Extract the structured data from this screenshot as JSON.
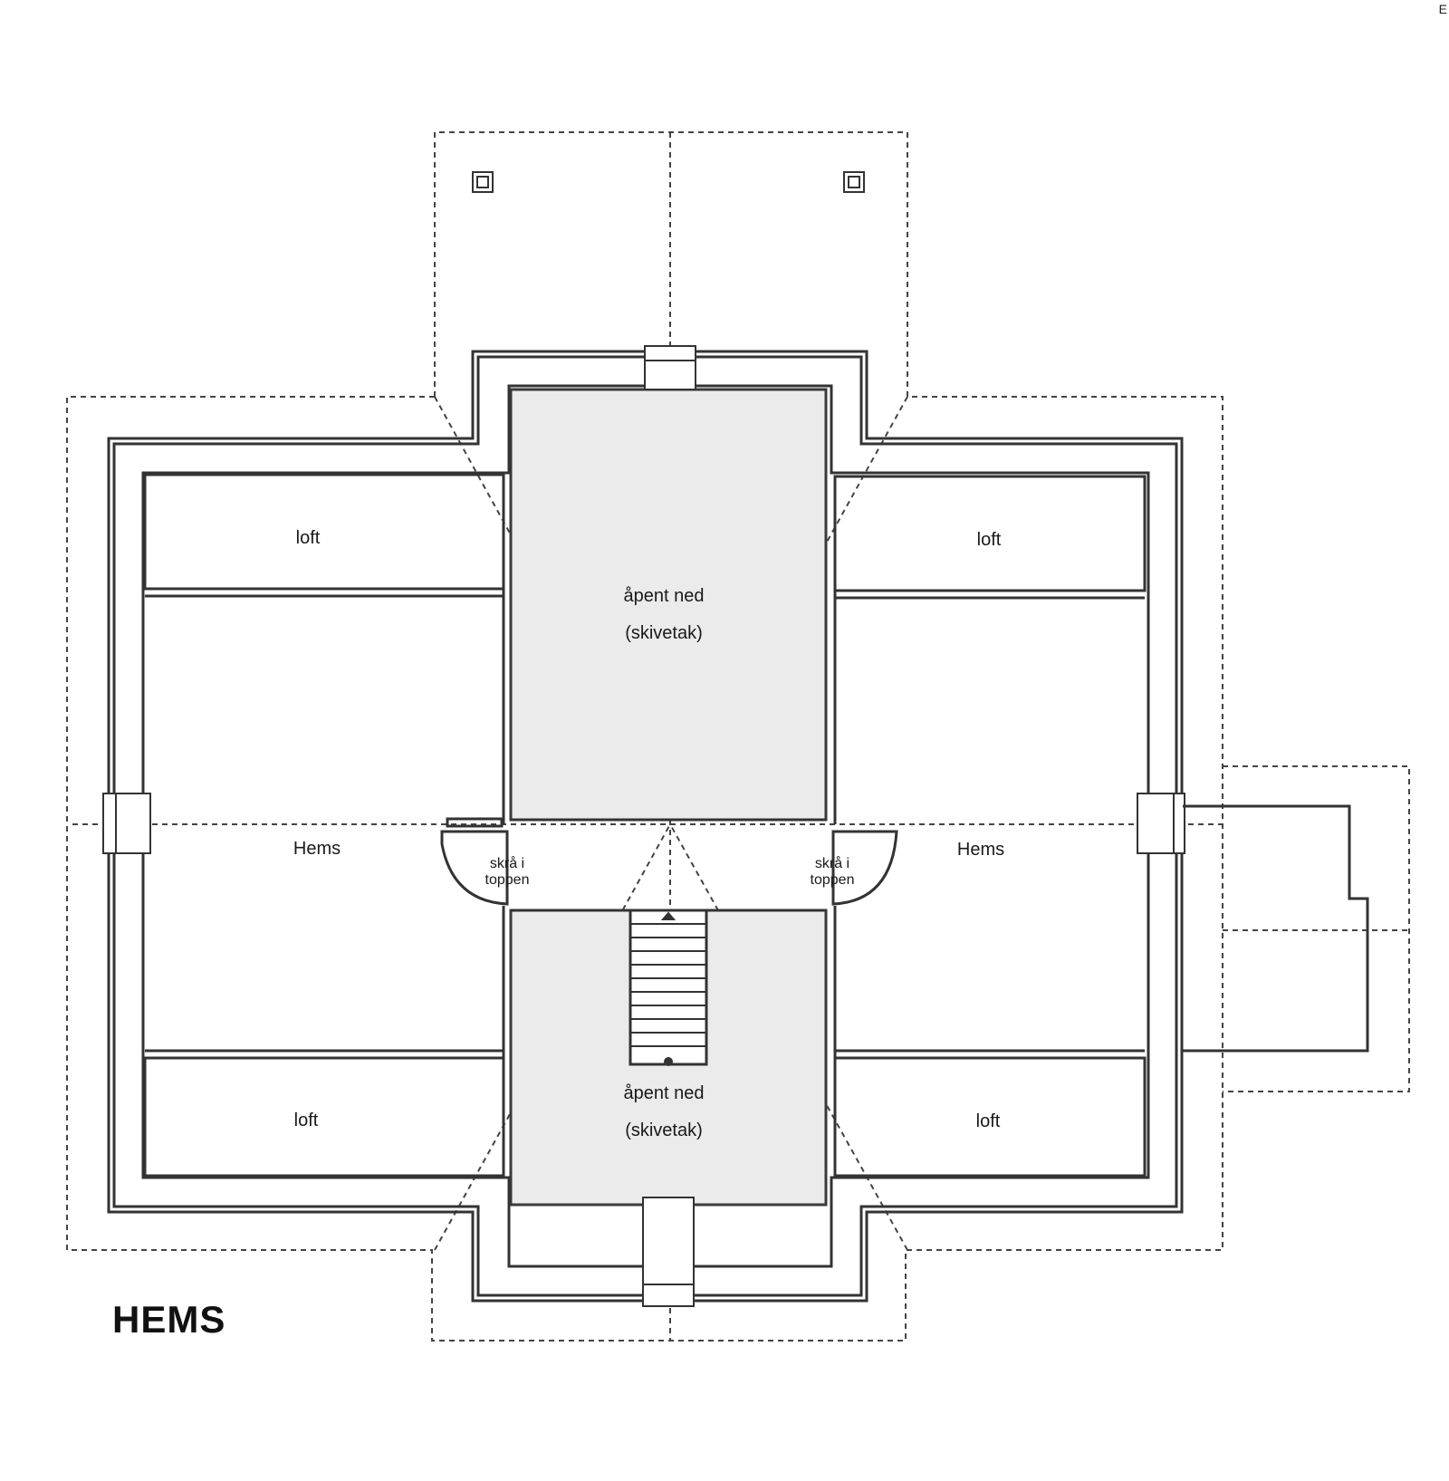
{
  "drawing": {
    "title": "HEMS",
    "corner_mark": "E"
  },
  "rooms": {
    "loft_top_left": "loft",
    "loft_top_right": "loft",
    "loft_bottom_left": "loft",
    "loft_bottom_right": "loft",
    "hems_left": "Hems",
    "hems_right": "Hems",
    "open_top_line1": "åpent ned",
    "open_top_line2": "(skivetak)",
    "open_bottom_line1": "åpent ned",
    "open_bottom_line2": "(skivetak)",
    "slope_left_line1": "skrå i",
    "slope_left_line2": "toppen",
    "slope_right_line1": "skrå i",
    "slope_right_line2": "toppen"
  },
  "colors": {
    "line": "#3a3a3a",
    "open_fill": "#ebebeb",
    "background": "#ffffff"
  }
}
